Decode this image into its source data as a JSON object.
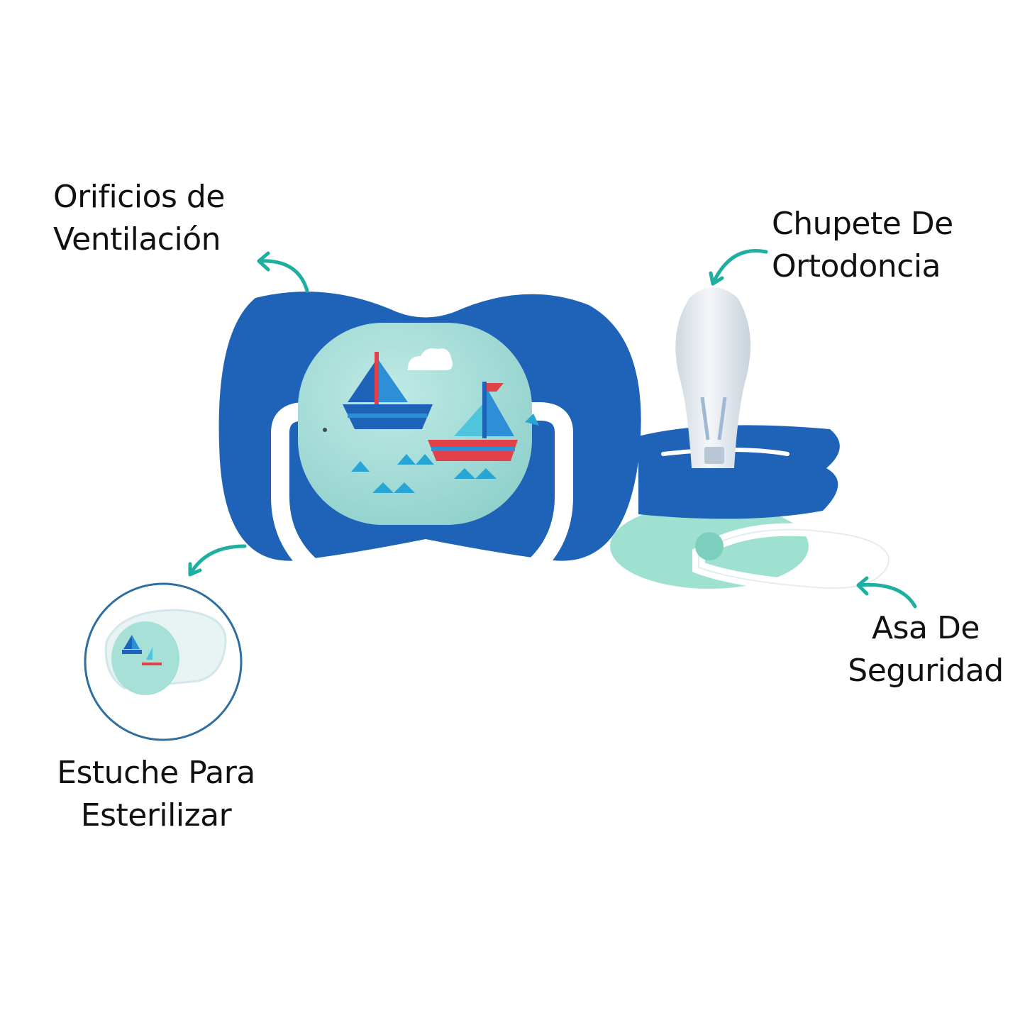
{
  "callouts": {
    "vent_holes": {
      "line1": "Orificios de",
      "line2": "Ventilación"
    },
    "orthodontic_nipple": {
      "line1": "Chupete De",
      "line2": "Ortodoncia"
    },
    "safety_handle": {
      "line1": "Asa De",
      "line2": "Seguridad"
    },
    "sterilizer_case": {
      "line1": "Estuche Para",
      "line2": "Esterilizar"
    }
  },
  "colors": {
    "shield_blue": "#1f63b8",
    "shield_face": "#a9dfd9",
    "handle_white": "#ffffff",
    "arrow_teal": "#1eafa0",
    "nipple": "#e6ecf1",
    "base_mint": "#9ee1d0",
    "case_ring": "#2f6e9e",
    "boat_red": "#e2414a",
    "boat_blue": "#2077c6",
    "wave_cyan": "#27a6d6"
  }
}
